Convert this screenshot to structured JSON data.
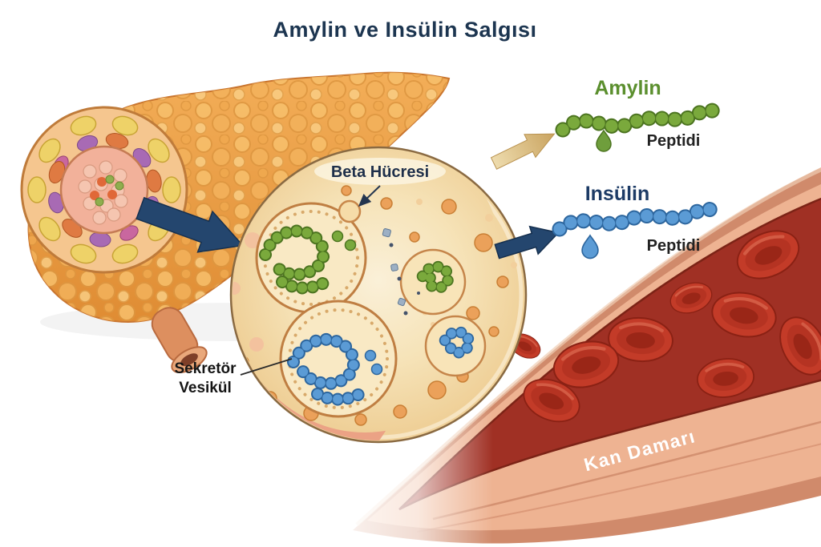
{
  "title": "Amylin ve Insülin Salgısı",
  "beta_cell": {
    "label": "Beta Hücresi"
  },
  "secretory_vesicle": {
    "label_line1": "Sekretör",
    "label_line2": "Vesikül"
  },
  "amylin": {
    "name": "Amylin",
    "peptide_label": "Peptidi",
    "bead_color": "#7aa93c"
  },
  "insulin": {
    "name": "Insülin",
    "peptide_label": "Peptidi",
    "bead_color": "#5b9bd5"
  },
  "blood_vessel": {
    "label": "Kan Damarı"
  },
  "colors": {
    "title_navy": "#1c3550",
    "amylin_green": "#5b8f2e",
    "insulin_navy": "#1d3b66",
    "lumen_red": "#a03024",
    "pancreas_orange": "#eda24b"
  }
}
